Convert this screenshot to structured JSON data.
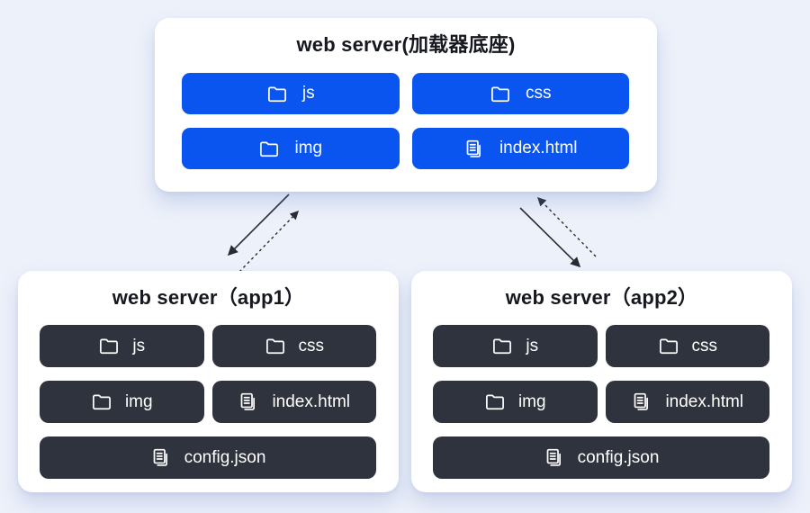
{
  "colors": {
    "background": "#edf1fa",
    "card_background": "#ffffff",
    "accent_blue": "#0a55f0",
    "dark_button": "#2f333e",
    "title_text": "#16181f",
    "button_text": "#ffffff",
    "arrow": "#272b33"
  },
  "loader": {
    "title": "web server(加载器底座)",
    "buttons": [
      {
        "label": "js",
        "icon": "folder-icon"
      },
      {
        "label": "css",
        "icon": "folder-icon"
      },
      {
        "label": "img",
        "icon": "folder-icon"
      },
      {
        "label": "index.html",
        "icon": "file-icon"
      }
    ]
  },
  "app1": {
    "title": "web server（app1）",
    "buttons": [
      {
        "label": "js",
        "icon": "folder-icon"
      },
      {
        "label": "css",
        "icon": "folder-icon"
      },
      {
        "label": "img",
        "icon": "folder-icon"
      },
      {
        "label": "index.html",
        "icon": "file-icon"
      },
      {
        "label": "config.json",
        "icon": "file-icon"
      }
    ]
  },
  "app2": {
    "title": "web server（app2）",
    "buttons": [
      {
        "label": "js",
        "icon": "folder-icon"
      },
      {
        "label": "css",
        "icon": "folder-icon"
      },
      {
        "label": "img",
        "icon": "folder-icon"
      },
      {
        "label": "index.html",
        "icon": "file-icon"
      },
      {
        "label": "config.json",
        "icon": "file-icon"
      }
    ]
  },
  "arrows": [
    {
      "from": "loader",
      "to": "app1",
      "style": "solid"
    },
    {
      "from": "app1",
      "to": "loader",
      "style": "dashed"
    },
    {
      "from": "loader",
      "to": "app2",
      "style": "solid"
    },
    {
      "from": "app2",
      "to": "loader",
      "style": "dashed"
    }
  ]
}
